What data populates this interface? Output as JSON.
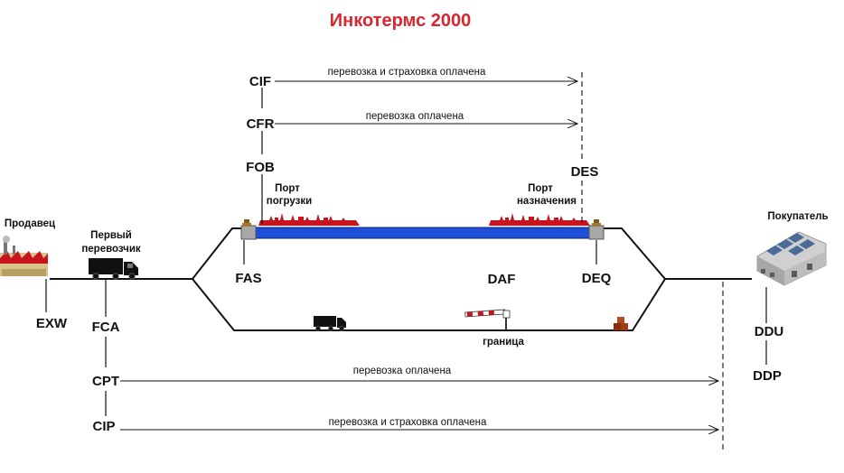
{
  "title": "Инкотермс 2000",
  "parties": {
    "seller": "Продавец",
    "first_carrier": [
      "Первый",
      "перевозчик"
    ],
    "buyer": "Покупатель"
  },
  "ports": {
    "loading": [
      "Порт",
      "погрузки"
    ],
    "destination": [
      "Порт",
      "назначения"
    ]
  },
  "border": "граница",
  "terms": {
    "exw": "EXW",
    "fca": "FCA",
    "cpt": "CPT",
    "cip": "CIP",
    "cif": "CIF",
    "cfr": "CFR",
    "fob": "FOB",
    "fas": "FAS",
    "des": "DES",
    "deq": "DEQ",
    "daf": "DAF",
    "ddu": "DDU",
    "ddp": "DDP"
  },
  "arrow_labels": {
    "cif": "перевозка и страховка оплачена",
    "cfr": "перевозка оплачена",
    "cpt": "перевозка оплачена",
    "cip": "перевозка и страховка оплачена"
  },
  "colors": {
    "title": "#d9262f",
    "ship": "#c8141e",
    "sea": "#1f4fd6",
    "line": "#111111"
  },
  "icons": {
    "seller": "factory-icon",
    "buyer": "warehouse-icon",
    "carrier": "truck-icon",
    "ship": "cargo-ship-icon",
    "border": "barrier-icon"
  }
}
